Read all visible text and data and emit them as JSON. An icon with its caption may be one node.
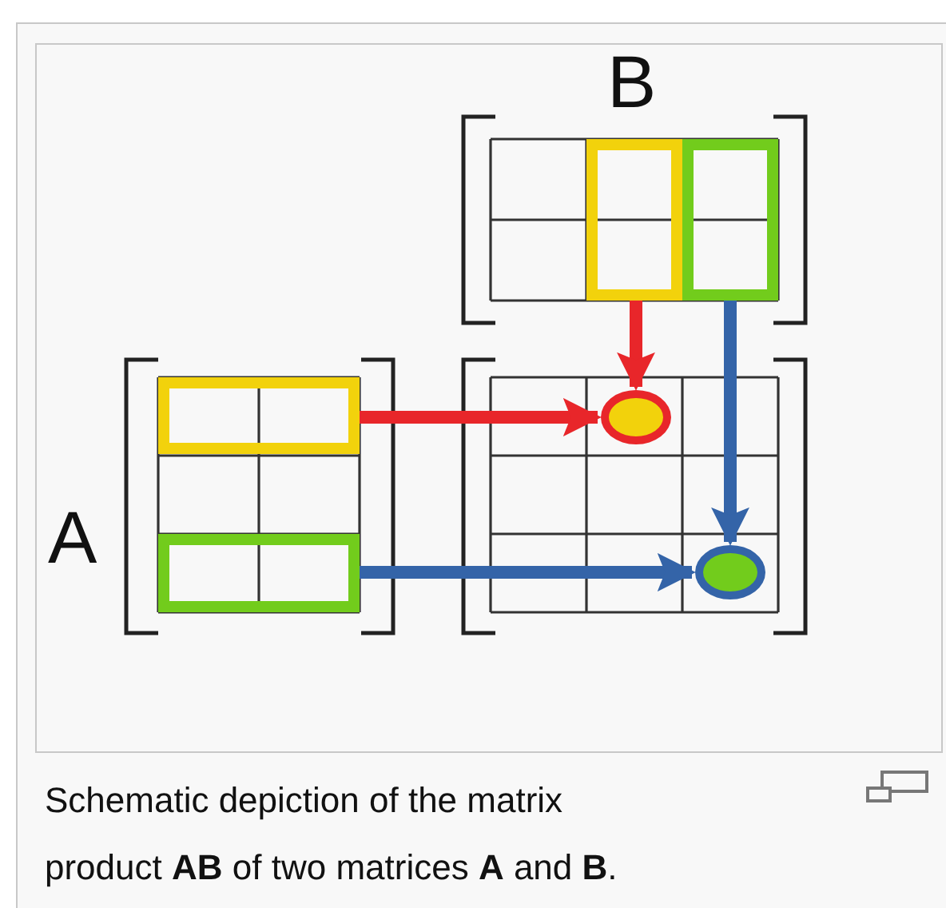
{
  "diagram": {
    "caption": "Schematic depiction of the matrix product **AB** of two matrices **A** and **B**.",
    "nodes": [
      {
        "text": [
          "A"
        ]
      },
      {
        "text": [],
        "shape": "box",
        "in": 0
      },
      {
        "text": [],
        "shape": "box",
        "in": 0
      },
      {
        "text": [
          "B"
        ]
      },
      {
        "text": [],
        "shape": "box",
        "in": 3
      },
      {
        "text": [],
        "shape": "box",
        "in": 3
      },
      {
        "text": [],
        "shape": "box"
      },
      {
        "text": [],
        "shape": "circle",
        "in": 6
      },
      {
        "text": [],
        "shape": "circle",
        "in": 6
      }
    ],
    "edges": [
      {
        "from": 1,
        "to": 7,
        "arrow": "to",
        "color": "#e8262a"
      },
      {
        "from": 4,
        "to": 7,
        "arrow": "to",
        "color": "#e8262a"
      },
      {
        "from": 5,
        "to": 8,
        "arrow": "to",
        "color": "#3464a8"
      },
      {
        "from": 2,
        "to": 8,
        "arrow": "to",
        "color": "#3464a8"
      }
    ]
  }
}
